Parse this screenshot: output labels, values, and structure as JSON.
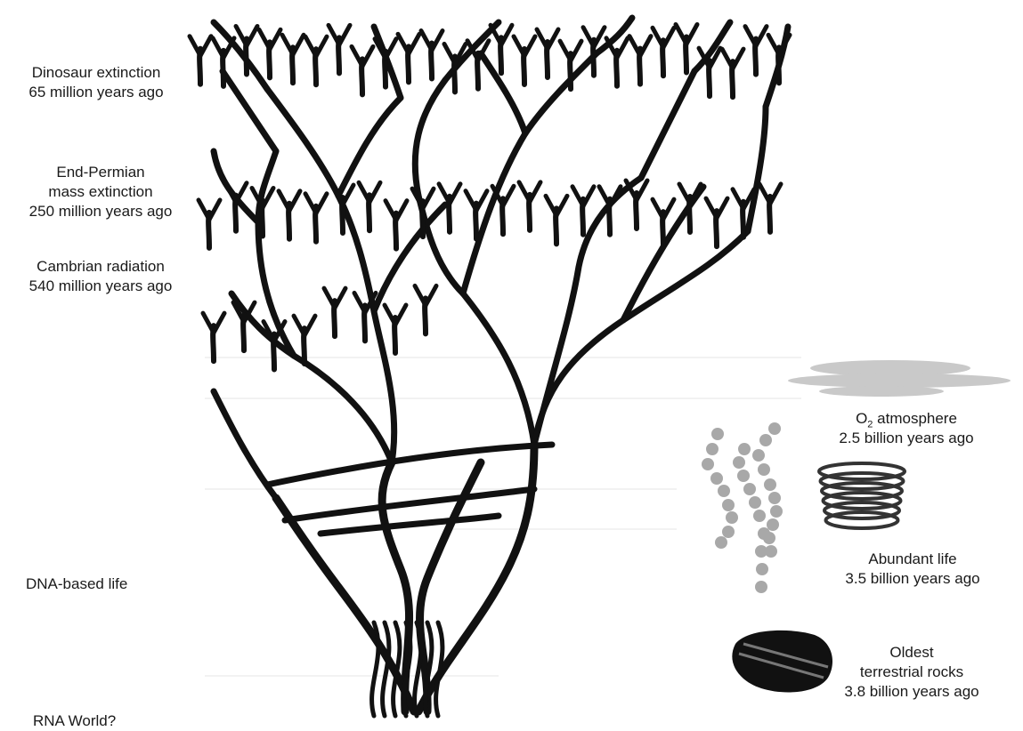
{
  "labels": {
    "dino_1": "Dinosaur extinction",
    "dino_2": "65 million years ago",
    "perm_1": "End-Permian",
    "perm_2": "mass extinction",
    "perm_3": "250 million years ago",
    "camb_1": "Cambrian radiation",
    "camb_2": "540 million years ago",
    "o2_prefix": "O",
    "o2_sub": "2",
    "o2_suffix": " atmosphere",
    "o2_2": "2.5 billion years ago",
    "abund_1": "Abundant life",
    "abund_2": "3.5 billion years ago",
    "rock_1": "Oldest",
    "rock_2": "terrestrial rocks",
    "rock_3": "3.8 billion years ago",
    "dna": "DNA-based life",
    "rna": "RNA World?"
  },
  "colors": {
    "branch": "#111111",
    "cell": "#a8a8a8",
    "cloud": "#c9c9c9",
    "rock": "#111111",
    "text": "#1a1a1a"
  },
  "icons": {
    "tree": "tree-of-life-icon",
    "cloud": "cloud-icon",
    "microbe": "microbe-chain-icon",
    "stromatolite": "stromatolite-coil-icon",
    "rock": "rock-icon"
  }
}
